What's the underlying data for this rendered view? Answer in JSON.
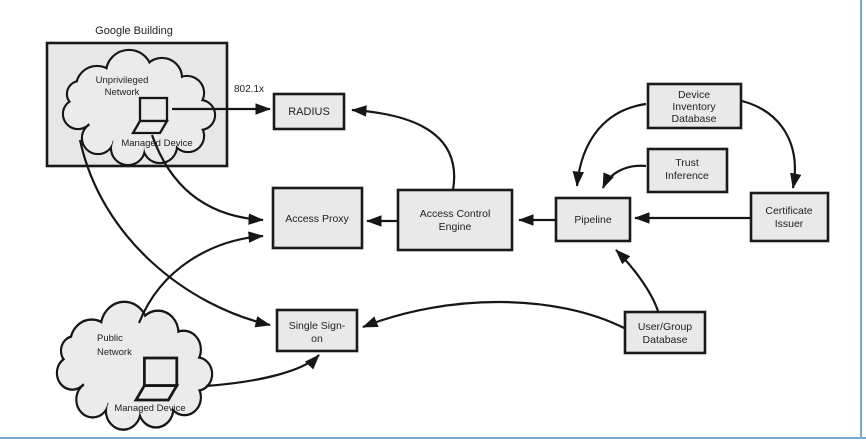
{
  "page": {
    "background": "#ffffff",
    "border_color": "#79a8d0"
  },
  "colors": {
    "node_fill": "#e9e9e9",
    "node_stroke": "#1a1a1a",
    "line_color": "#161616",
    "text": "#222222"
  },
  "nodes": {
    "google_building": {
      "label": "Google Building"
    },
    "unprivileged_network": {
      "lines": [
        "Unprivileged",
        "Network"
      ],
      "device": "Managed Device"
    },
    "public_network": {
      "lines": [
        "Public",
        "Network"
      ],
      "device": "Managed Device"
    },
    "radius": {
      "label": "RADIUS"
    },
    "access_proxy": {
      "label": "Access Proxy"
    },
    "access_control_engine": {
      "lines": [
        "Access Control",
        "Engine"
      ]
    },
    "pipeline": {
      "label": "Pipeline"
    },
    "device_inventory_database": {
      "lines": [
        "Device",
        "Inventory",
        "Database"
      ]
    },
    "trust_inference": {
      "lines": [
        "Trust",
        "Inference"
      ]
    },
    "certificate_issuer": {
      "lines": [
        "Certificate",
        "Issuer"
      ]
    },
    "single_sign_on": {
      "lines": [
        "Single Sign-",
        "on"
      ]
    },
    "user_group_database": {
      "lines": [
        "User/Group",
        "Database"
      ]
    }
  },
  "edges": {
    "dot1x_label": "802.1x",
    "connections": [
      {
        "from": "Managed Device (Unprivileged Network)",
        "to": "RADIUS",
        "label": "802.1x"
      },
      {
        "from": "Access Control Engine",
        "to": "RADIUS",
        "label": ""
      },
      {
        "from": "Access Control Engine",
        "to": "Access Proxy",
        "label": ""
      },
      {
        "from": "Pipeline",
        "to": "Access Control Engine",
        "label": ""
      },
      {
        "from": "Certificate Issuer",
        "to": "Pipeline",
        "label": ""
      },
      {
        "from": "Device Inventory Database",
        "to": "Pipeline",
        "label": ""
      },
      {
        "from": "Trust Inference",
        "to": "Pipeline",
        "label": ""
      },
      {
        "from": "Device Inventory Database",
        "to": "Certificate Issuer",
        "label": ""
      },
      {
        "from": "User/Group Database",
        "to": "Pipeline",
        "label": ""
      },
      {
        "from": "User/Group Database",
        "to": "Single Sign-on",
        "label": ""
      },
      {
        "from": "Unprivileged Network",
        "to": "Access Proxy",
        "label": ""
      },
      {
        "from": "Unprivileged Network",
        "to": "Single Sign-on",
        "label": ""
      },
      {
        "from": "Public Network",
        "to": "Access Proxy",
        "label": ""
      },
      {
        "from": "Public Network (Managed Device)",
        "to": "Single Sign-on",
        "label": ""
      }
    ]
  }
}
